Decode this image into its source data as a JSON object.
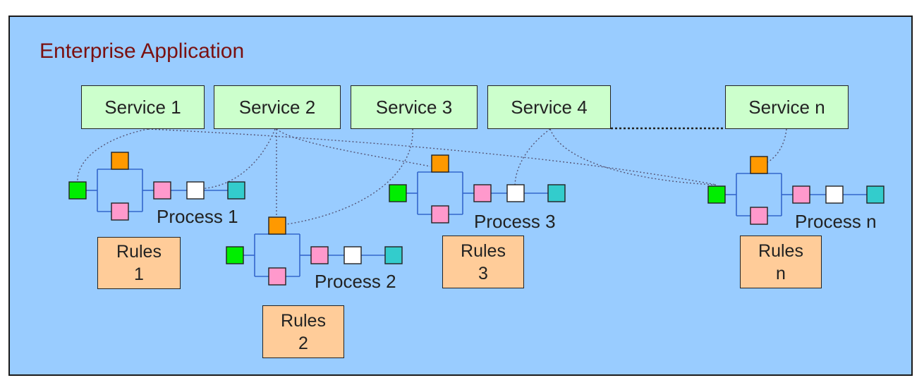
{
  "diagram": {
    "title": "Enterprise Application",
    "services": [
      {
        "label": "Service 1"
      },
      {
        "label": "Service 2"
      },
      {
        "label": "Service 3"
      },
      {
        "label": "Service 4"
      },
      {
        "label": "Service n"
      }
    ],
    "processes": [
      {
        "label": "Process 1"
      },
      {
        "label": "Process 2"
      },
      {
        "label": "Process 3"
      },
      {
        "label": "Process n"
      }
    ],
    "rules": [
      {
        "line1": "Rules",
        "line2": "1"
      },
      {
        "line1": "Rules",
        "line2": "2"
      },
      {
        "line1": "Rules",
        "line2": "3"
      },
      {
        "line1": "Rules",
        "line2": "n"
      }
    ],
    "colors": {
      "background": "#99ccff",
      "service_fill": "#ccffcc",
      "rules_fill": "#ffcc99",
      "title": "#7a1010",
      "start_node": "#00ee00",
      "branch_node": "#ff9900",
      "step_node": "#ff99cc",
      "empty_node": "#ffffff",
      "end_node": "#33cccc",
      "flow_line": "#3366cc",
      "link_line": "#555577"
    }
  }
}
